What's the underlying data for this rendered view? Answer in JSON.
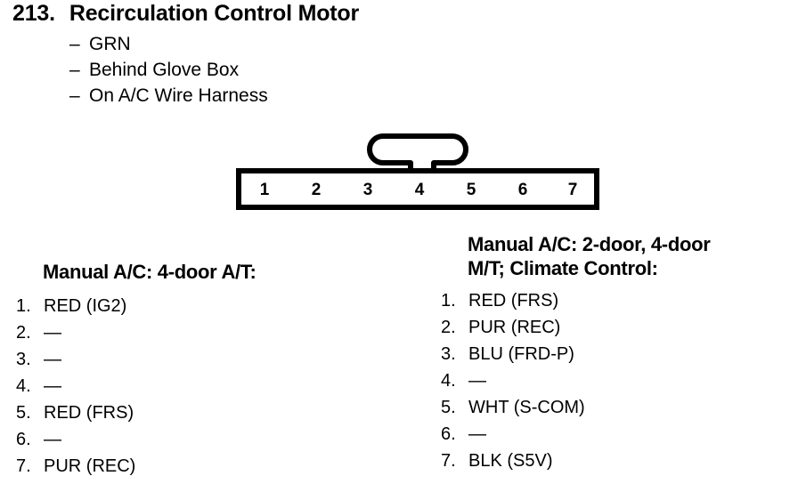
{
  "header": {
    "number": "213.",
    "title": "Recirculation Control Motor",
    "bullets": [
      {
        "dash": "–",
        "text": "GRN"
      },
      {
        "dash": "–",
        "text": "Behind Glove Box"
      },
      {
        "dash": "–",
        "text": "On A/C Wire Harness"
      }
    ]
  },
  "connector": {
    "name": "7-pin connector",
    "pin_count": 7,
    "pins": [
      "1",
      "2",
      "3",
      "4",
      "5",
      "6",
      "7"
    ],
    "latch_position": "top-center",
    "color": "#000000"
  },
  "columns": [
    {
      "heading_lines": [
        "Manual A/C: 4-door A/T:"
      ],
      "pins": [
        {
          "num": "1.",
          "label": "RED (IG2)"
        },
        {
          "num": "2.",
          "label": "—"
        },
        {
          "num": "3.",
          "label": "—"
        },
        {
          "num": "4.",
          "label": "—"
        },
        {
          "num": "5.",
          "label": "RED (FRS)"
        },
        {
          "num": "6.",
          "label": "—"
        },
        {
          "num": "7.",
          "label": "PUR (REC)"
        }
      ]
    },
    {
      "heading_lines": [
        "Manual A/C: 2-door, 4-door",
        "M/T; Climate Control:"
      ],
      "pins": [
        {
          "num": "1.",
          "label": "RED (FRS)"
        },
        {
          "num": "2.",
          "label": "PUR (REC)"
        },
        {
          "num": "3.",
          "label": "BLU (FRD-P)"
        },
        {
          "num": "4.",
          "label": "—"
        },
        {
          "num": "5.",
          "label": "WHT (S-COM)"
        },
        {
          "num": "6.",
          "label": "—"
        },
        {
          "num": "7.",
          "label": "BLK (S5V)"
        }
      ]
    }
  ]
}
